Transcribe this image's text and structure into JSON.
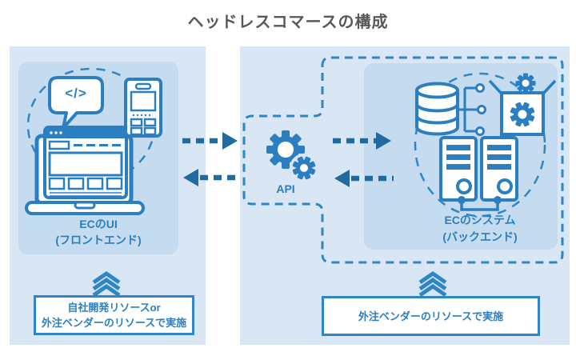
{
  "title": "ヘッドレスコマースの構成",
  "frontend": {
    "panel_label_line1": "ECのUI",
    "panel_label_line2": "(フロントエンド)",
    "code_bubble_text": "</>",
    "resource_note_line1": "自社開発リソースor",
    "resource_note_line2": "外注ベンダーのリソースで実施"
  },
  "api": {
    "label": "API"
  },
  "backend": {
    "panel_label_line1": "ECのシステム",
    "panel_label_line2": "(バックエンド)",
    "resource_note": "外注ベンダーのリソースで実施"
  },
  "colors": {
    "icon_blue": "#2b7fc1",
    "dash_blue": "#2e86c4",
    "arrow_blue": "#1f6b9e",
    "panel_bg": "#d9e7f5",
    "inner_panel_bg": "#c4dbf0",
    "text_blue": "#2b7fc1",
    "title_gray": "#585858",
    "note_box_border": "#2e86c4"
  },
  "icons": {
    "frontend_group": [
      "code-speech-bubble-icon",
      "smartphone-icon",
      "laptop-browser-icon"
    ],
    "api_group": [
      "gears-icon"
    ],
    "backend_group": [
      "database-icon",
      "endpoints-fork-icon",
      "package-gear-icon",
      "server-towers-icon"
    ],
    "connectors": [
      "dashed-arrow-right-icon",
      "dashed-arrow-left-icon",
      "triple-chevron-up-icon",
      "dashed-boundary",
      "dashed-circle"
    ]
  }
}
